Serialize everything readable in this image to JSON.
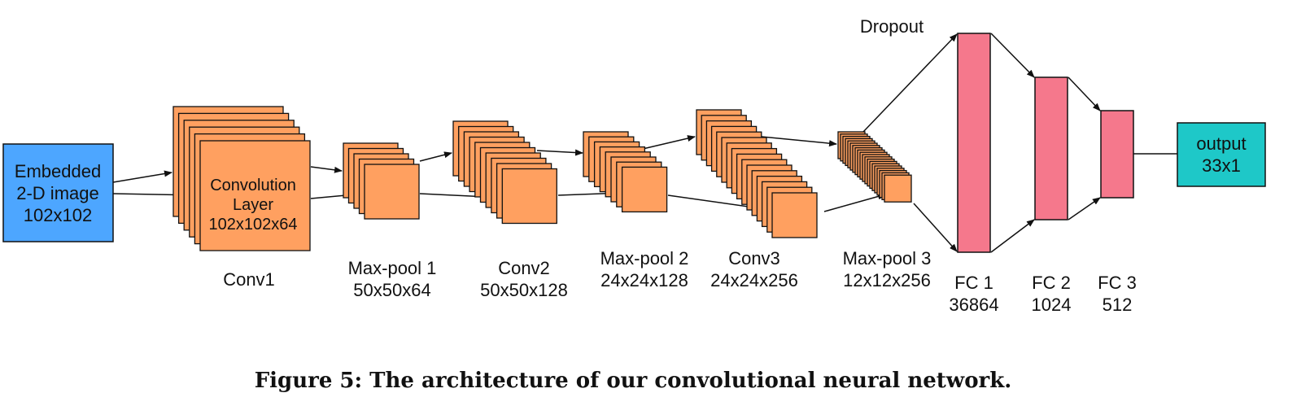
{
  "diagram": {
    "input": {
      "lines": [
        "Embedded",
        "2-D image",
        "102x102"
      ]
    },
    "conv1": {
      "inner_lines": [
        "Convolution",
        "Layer",
        "102x102x64"
      ],
      "name": "Conv1"
    },
    "maxpool1": {
      "name": "Max-pool 1",
      "dims": "50x50x64"
    },
    "conv2": {
      "name": "Conv2",
      "dims": "50x50x128"
    },
    "maxpool2": {
      "name": "Max-pool 2",
      "dims": "24x24x128"
    },
    "conv3": {
      "name": "Conv3",
      "dims": "24x24x256"
    },
    "maxpool3": {
      "name": "Max-pool 3",
      "dims": "12x12x256"
    },
    "dropout": {
      "label": "Dropout"
    },
    "fc1": {
      "name": "FC 1",
      "size": "36864"
    },
    "fc2": {
      "name": "FC 2",
      "size": "1024"
    },
    "fc3": {
      "name": "FC 3",
      "size": "512"
    },
    "output": {
      "lines": [
        "output",
        "33x1"
      ]
    }
  },
  "caption": "Figure 5: The architecture of our convolutional neural network.",
  "colors": {
    "input_fill": "#4da6ff",
    "conv_fill": "#ffa060",
    "fc_fill": "#f5788c",
    "output_fill": "#1ec8c8",
    "stroke": "#111111"
  }
}
